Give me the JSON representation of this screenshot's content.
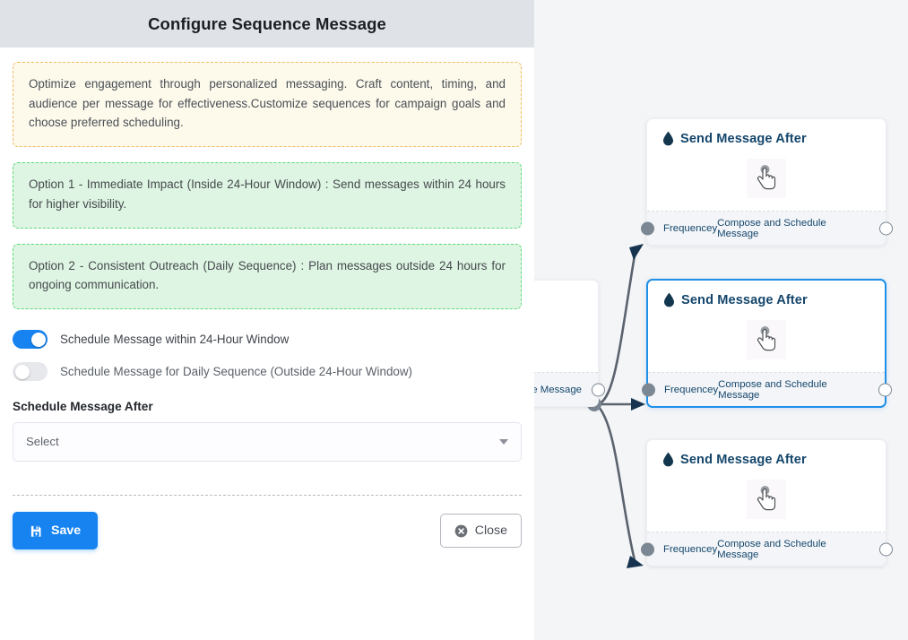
{
  "panel": {
    "title": "Configure Sequence Message",
    "note": {
      "text": "Optimize engagement through personalized messaging. Craft content, timing, and audience per message for effectiveness.Customize sequences for campaign goals and choose preferred scheduling.",
      "border_color": "#f3b95f",
      "background": "#fdfaec"
    },
    "options": [
      {
        "text": "Option 1 - Immediate Impact (Inside 24-Hour Window) : Send messages within 24 hours for higher visibility.",
        "border_color": "#5bd97a",
        "background": "#dff5e3"
      },
      {
        "text": "Option 2 - Consistent Outreach (Daily Sequence) : Plan messages outside 24 hours for ongoing communication.",
        "border_color": "#5bd97a",
        "background": "#dff5e3"
      }
    ],
    "toggles": [
      {
        "label": "Schedule Message within 24-Hour Window",
        "state": "on",
        "on_color": "#1683f0"
      },
      {
        "label": "Schedule Message for Daily Sequence (Outside 24-Hour Window)",
        "state": "off",
        "off_color": "#e6e8eb"
      }
    ],
    "field": {
      "label": "Schedule Message After",
      "value": "Select",
      "caret_icon": "chevron-down-icon"
    },
    "footer": {
      "save_label": "Save",
      "save_icon": "save-icon",
      "save_color": "#1683f0",
      "close_label": "Close",
      "close_icon": "close-circle-icon"
    },
    "header_background": "#dfe2e6"
  },
  "canvas": {
    "background": "#f4f5f7",
    "selection_color": "#1e90e8",
    "nodes": [
      {
        "title": "Send Message After",
        "icon": "droplet-icon",
        "body_icon": "pointer-hand-icon",
        "foot_left": "Frequencey",
        "foot_right": "Compose and Schedule Message",
        "selected": false
      },
      {
        "title": "Send Message After",
        "icon": "droplet-icon",
        "body_icon": "pointer-hand-icon",
        "foot_left": "Frequencey",
        "foot_right": "Compose and Schedule Message",
        "selected": true
      },
      {
        "title": "Send Message After",
        "icon": "droplet-icon",
        "body_icon": "pointer-hand-icon",
        "foot_left": "Frequencey",
        "foot_right": "Compose and Schedule Message",
        "selected": false
      }
    ],
    "partial_node": {
      "foot_right": "ce Message"
    }
  }
}
